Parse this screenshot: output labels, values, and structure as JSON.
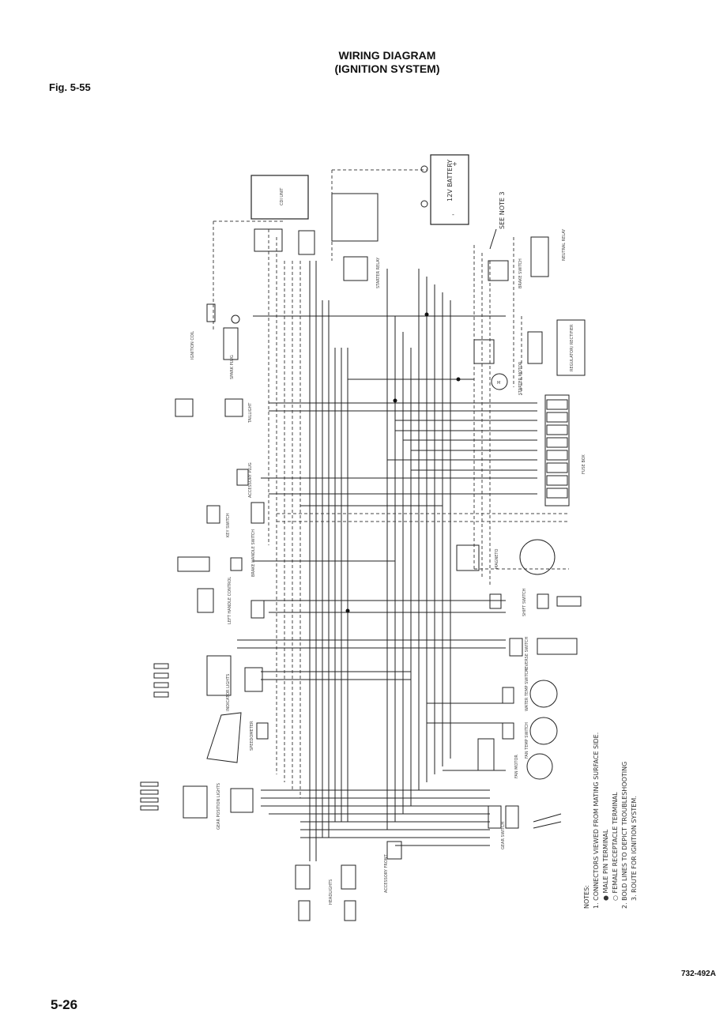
{
  "header": {
    "title_line1": "WIRING DIAGRAM",
    "title_line2": "(IGNITION SYSTEM)",
    "figure_label": "Fig. 5-55"
  },
  "footer": {
    "page_number": "5-26",
    "drawing_code": "732-492A"
  },
  "diagram": {
    "battery": {
      "label": "12V BATTERY",
      "plus": "+",
      "minus": "-"
    },
    "see_note": "SEE NOTE 3",
    "component_labels": {
      "cdi": "CDI UNIT",
      "starter_relay": "STARTER RELAY",
      "starter_motor": "STARTER MOTOR",
      "neutral_relay": "NEUTRAL RELAY",
      "brake_switch": "BRAKE SWITCH",
      "voltage_regulator": "REGULATOR/ RECTIFIER",
      "fuse_box": "FUSE BOX",
      "ignition_coil": "IGNITION COIL",
      "spark_plug": "SPARK PLUG",
      "taillight": "TAILLIGHT",
      "accessory_plug": "ACCESSORY PLUG",
      "key_switch": "KEY SWITCH",
      "brake_handle": "BRAKE HANDLE SWITCH",
      "left_handlebar": "LEFT HANDLE CONTROL",
      "indicator_lights": "INDICATOR LIGHTS",
      "speedometer": "SPEEDOMETER",
      "gear_position": "GEAR POSITION LIGHTS",
      "headlights": "HEADLIGHTS",
      "accessory_front": "ACCESSORY FRONT",
      "magneto": "MAGNETO",
      "shift_switch": "SHIFT SWITCH",
      "reverse_switch": "REVERSE SWITCH",
      "water_temp": "WATER TEMP SWITCH",
      "fan_temp": "FAN TEMP SWITCH",
      "fan_motor": "FAN MOTOR",
      "gear_switch": "GEAR SWITCH"
    },
    "notes": {
      "heading": "NOTES:",
      "n1": "1. CONNECTORS VIEWED FROM MATING SURFACE SIDE.",
      "n1_a": "● MALE PIN TERMINAL",
      "n1_b": "○ FEMALE RECEPTACLE TERMINAL",
      "n2": "2. BOLD LINES TO DEPICT TROUBLESHOOTING",
      "n3": "3. ROUTE FOR IGNITION SYSTEM."
    }
  }
}
